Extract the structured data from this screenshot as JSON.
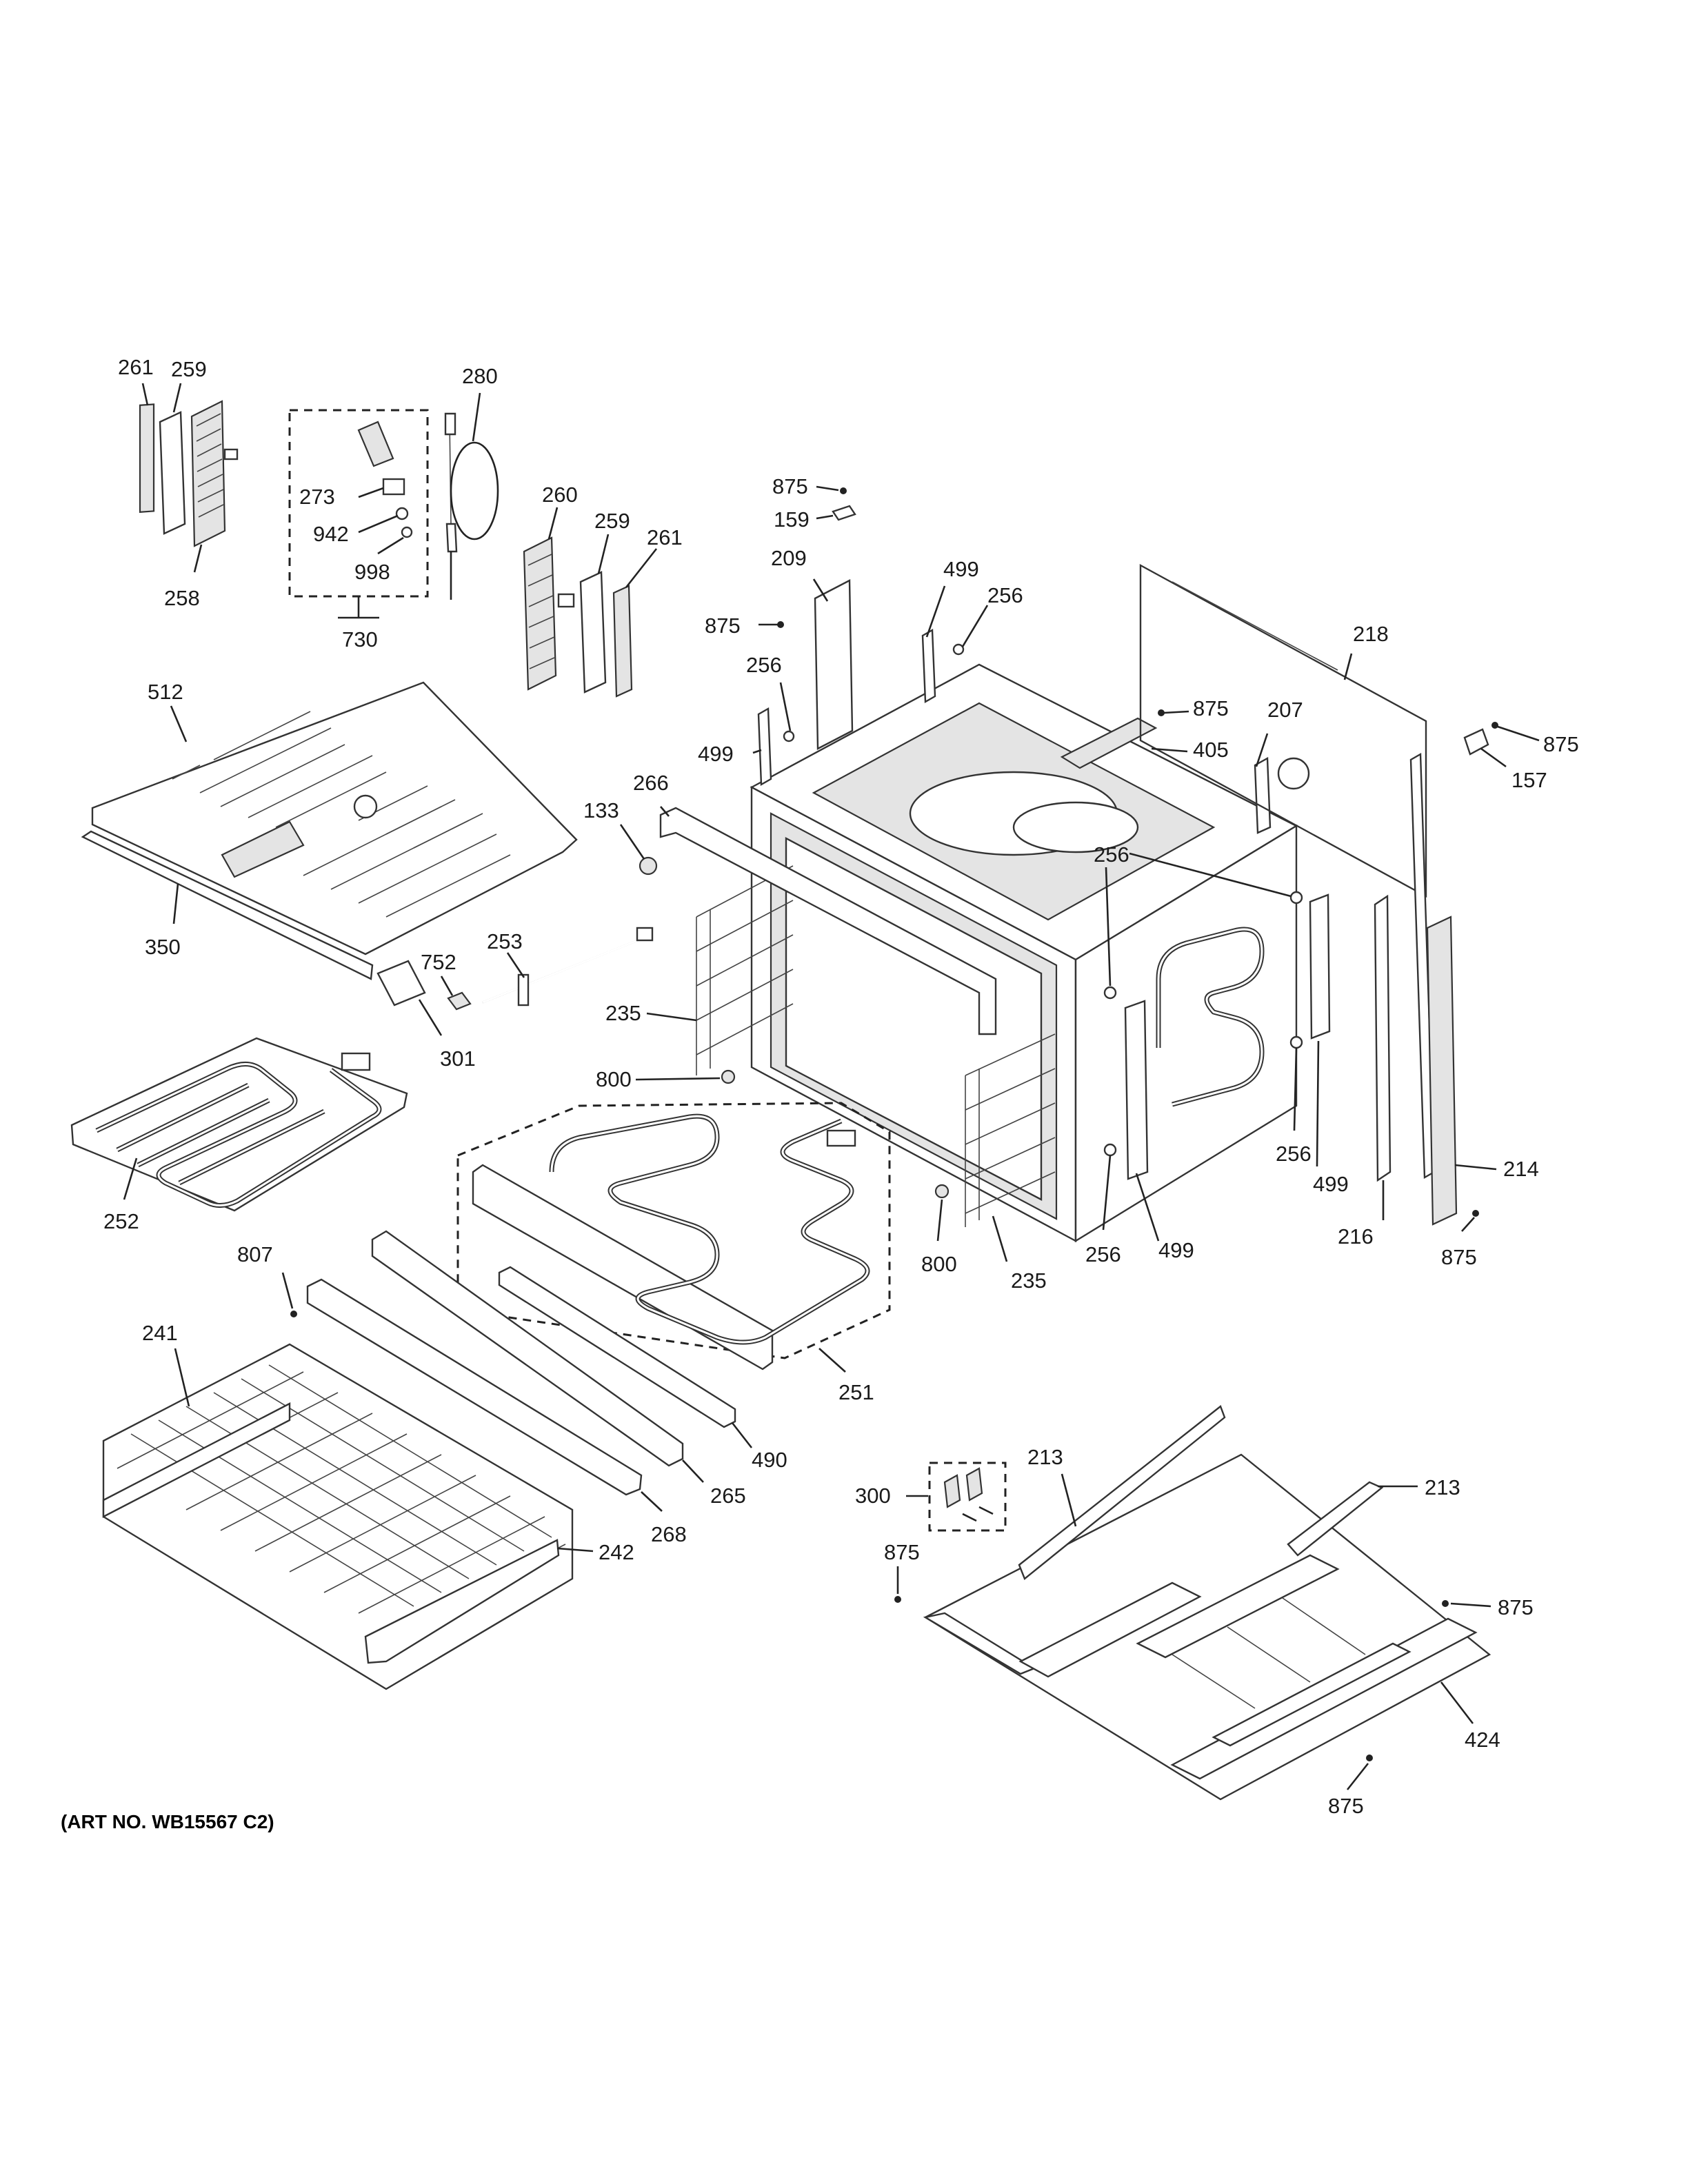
{
  "diagram": {
    "art_number": "(ART NO. WB15567 C2)",
    "callouts": [
      {
        "id": "c261a",
        "text": "261"
      },
      {
        "id": "c259a",
        "text": "259"
      },
      {
        "id": "c258",
        "text": "258"
      },
      {
        "id": "c273",
        "text": "273"
      },
      {
        "id": "c942",
        "text": "942"
      },
      {
        "id": "c998",
        "text": "998"
      },
      {
        "id": "c730",
        "text": "730"
      },
      {
        "id": "c280",
        "text": "280"
      },
      {
        "id": "c260",
        "text": "260"
      },
      {
        "id": "c259b",
        "text": "259"
      },
      {
        "id": "c261b",
        "text": "261"
      },
      {
        "id": "c875a",
        "text": "875"
      },
      {
        "id": "c159",
        "text": "159"
      },
      {
        "id": "c209",
        "text": "209"
      },
      {
        "id": "c875b",
        "text": "875"
      },
      {
        "id": "c499a",
        "text": "499"
      },
      {
        "id": "c256a",
        "text": "256"
      },
      {
        "id": "c256b",
        "text": "256"
      },
      {
        "id": "c499b",
        "text": "499"
      },
      {
        "id": "c218",
        "text": "218"
      },
      {
        "id": "c875c",
        "text": "875"
      },
      {
        "id": "c207",
        "text": "207"
      },
      {
        "id": "c405",
        "text": "405"
      },
      {
        "id": "c875d",
        "text": "875"
      },
      {
        "id": "c157",
        "text": "157"
      },
      {
        "id": "c512",
        "text": "512"
      },
      {
        "id": "c266",
        "text": "266"
      },
      {
        "id": "c133",
        "text": "133"
      },
      {
        "id": "c256c",
        "text": "256"
      },
      {
        "id": "c350",
        "text": "350"
      },
      {
        "id": "c253",
        "text": "253"
      },
      {
        "id": "c752",
        "text": "752"
      },
      {
        "id": "c235a",
        "text": "235"
      },
      {
        "id": "c301",
        "text": "301"
      },
      {
        "id": "c800a",
        "text": "800"
      },
      {
        "id": "c256d",
        "text": "256"
      },
      {
        "id": "c499c",
        "text": "499"
      },
      {
        "id": "c214",
        "text": "214"
      },
      {
        "id": "c252",
        "text": "252"
      },
      {
        "id": "c216",
        "text": "216"
      },
      {
        "id": "c875e",
        "text": "875"
      },
      {
        "id": "c800b",
        "text": "800"
      },
      {
        "id": "c235b",
        "text": "235"
      },
      {
        "id": "c256e",
        "text": "256"
      },
      {
        "id": "c499d",
        "text": "499"
      },
      {
        "id": "c807",
        "text": "807"
      },
      {
        "id": "c241",
        "text": "241"
      },
      {
        "id": "c251",
        "text": "251"
      },
      {
        "id": "c490",
        "text": "490"
      },
      {
        "id": "c213a",
        "text": "213"
      },
      {
        "id": "c213b",
        "text": "213"
      },
      {
        "id": "c300",
        "text": "300"
      },
      {
        "id": "c265",
        "text": "265"
      },
      {
        "id": "c268",
        "text": "268"
      },
      {
        "id": "c242",
        "text": "242"
      },
      {
        "id": "c875f",
        "text": "875"
      },
      {
        "id": "c875g",
        "text": "875"
      },
      {
        "id": "c424",
        "text": "424"
      },
      {
        "id": "c875h",
        "text": "875"
      }
    ]
  }
}
